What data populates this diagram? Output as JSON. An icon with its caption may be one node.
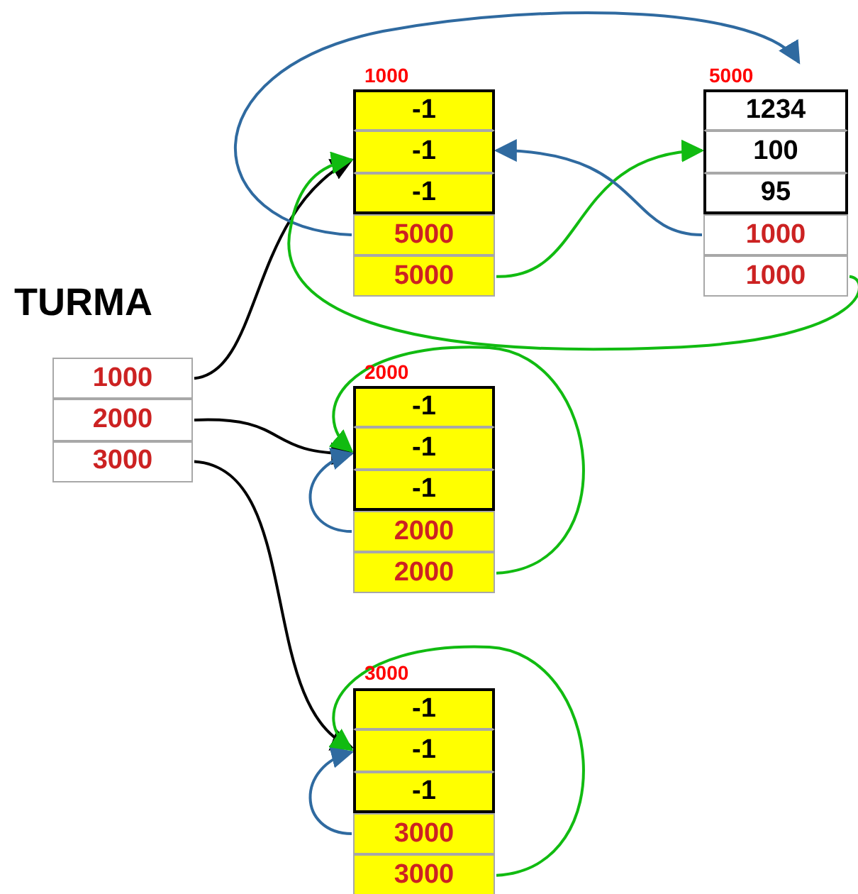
{
  "diagram": {
    "nodes": [
      {
        "text": [
          "TURMA"
        ]
      },
      {
        "text": [
          "1000"
        ],
        "in": 0
      },
      {
        "text": [
          "2000"
        ],
        "in": 0
      },
      {
        "text": [
          "3000"
        ],
        "in": 0
      },
      {
        "text": [
          "1000"
        ]
      },
      {
        "text": [
          "-1"
        ],
        "in": 4
      },
      {
        "text": [
          "-1"
        ],
        "in": 4
      },
      {
        "text": [
          "-1"
        ],
        "in": 4
      },
      {
        "text": [
          "5000"
        ],
        "in": 4
      },
      {
        "text": [
          "5000"
        ],
        "in": 4
      },
      {
        "text": [
          "5000"
        ]
      },
      {
        "text": [
          "1234"
        ],
        "in": 10
      },
      {
        "text": [
          "100"
        ],
        "in": 10
      },
      {
        "text": [
          "95"
        ],
        "in": 10
      },
      {
        "text": [
          "1000"
        ],
        "in": 10
      },
      {
        "text": [
          "1000"
        ],
        "in": 10
      },
      {
        "text": [
          "2000"
        ]
      },
      {
        "text": [
          "-1"
        ],
        "in": 16
      },
      {
        "text": [
          "-1"
        ],
        "in": 16
      },
      {
        "text": [
          "-1"
        ],
        "in": 16
      },
      {
        "text": [
          "2000"
        ],
        "in": 16
      },
      {
        "text": [
          "2000"
        ],
        "in": 16
      },
      {
        "text": [
          "3000"
        ]
      },
      {
        "text": [
          "-1"
        ],
        "in": 22
      },
      {
        "text": [
          "-1"
        ],
        "in": 22
      },
      {
        "text": [
          "-1"
        ],
        "in": 22
      },
      {
        "text": [
          "3000"
        ],
        "in": 22
      },
      {
        "text": [
          "3000"
        ],
        "in": 22
      }
    ],
    "edges": [
      {
        "from": 1,
        "to": 4,
        "arrow": "to",
        "color": "#000000"
      },
      {
        "from": 2,
        "to": 16,
        "arrow": "to",
        "color": "#000000"
      },
      {
        "from": 3,
        "to": 22,
        "arrow": "to",
        "color": "#000000"
      },
      {
        "from": 8,
        "to": 10,
        "arrow": "to",
        "color": "#2f6aa0"
      },
      {
        "from": 9,
        "to": 10,
        "arrow": "to",
        "color": "#11bb11"
      },
      {
        "from": 14,
        "to": 4,
        "arrow": "to",
        "color": "#2f6aa0"
      },
      {
        "from": 15,
        "to": 4,
        "arrow": "to",
        "color": "#11bb11"
      },
      {
        "from": 20,
        "to": 16,
        "arrow": "to",
        "color": "#2f6aa0"
      },
      {
        "from": 21,
        "to": 16,
        "arrow": "to",
        "color": "#11bb11"
      },
      {
        "from": 26,
        "to": 22,
        "arrow": "to",
        "color": "#2f6aa0"
      },
      {
        "from": 27,
        "to": 22,
        "arrow": "to",
        "color": "#11bb11"
      }
    ]
  }
}
